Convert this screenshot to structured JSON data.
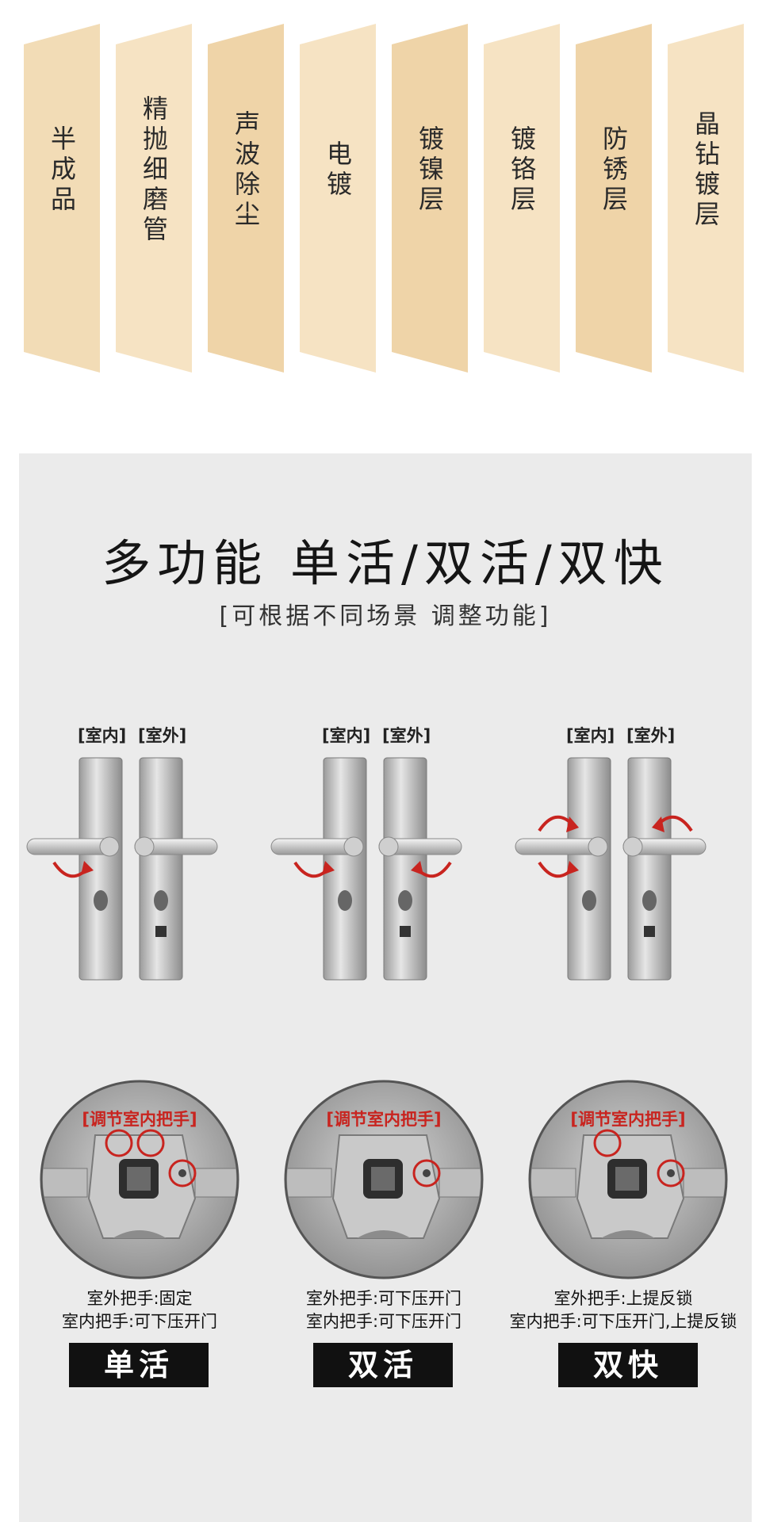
{
  "process_steps": [
    {
      "label": "半成品"
    },
    {
      "label": "精抛细磨管"
    },
    {
      "label": "声波除尘"
    },
    {
      "label": "电镀"
    },
    {
      "label": "镀镍层"
    },
    {
      "label": "镀铬层"
    },
    {
      "label": "防锈层"
    },
    {
      "label": "晶钻镀层"
    }
  ],
  "colors": {
    "step_light": "#f6e3c3",
    "step_dark": "#efd4a8",
    "panel_bg": "#ebebeb",
    "accent_red": "#c8241f",
    "badge_bg": "#111111"
  },
  "section": {
    "title": "多功能 单活/双活/双快",
    "subtitle": "[可根据不同场景 调整功能]"
  },
  "lock_labels": {
    "indoor": "[室内]",
    "outdoor": "[室外]"
  },
  "modes": [
    {
      "circle_tag": "[调节室内把手]",
      "desc_line1": "室外把手:固定",
      "desc_line2": "室内把手:可下压开门",
      "badge": "单活"
    },
    {
      "circle_tag": "[调节室内把手]",
      "desc_line1": "室外把手:可下压开门",
      "desc_line2": "室内把手:可下压开门",
      "badge": "双活"
    },
    {
      "circle_tag": "[调节室内把手]",
      "desc_line1": "室外把手:上提反锁",
      "desc_line2": "室内把手:可下压开门,上提反锁",
      "badge": "双快"
    }
  ]
}
